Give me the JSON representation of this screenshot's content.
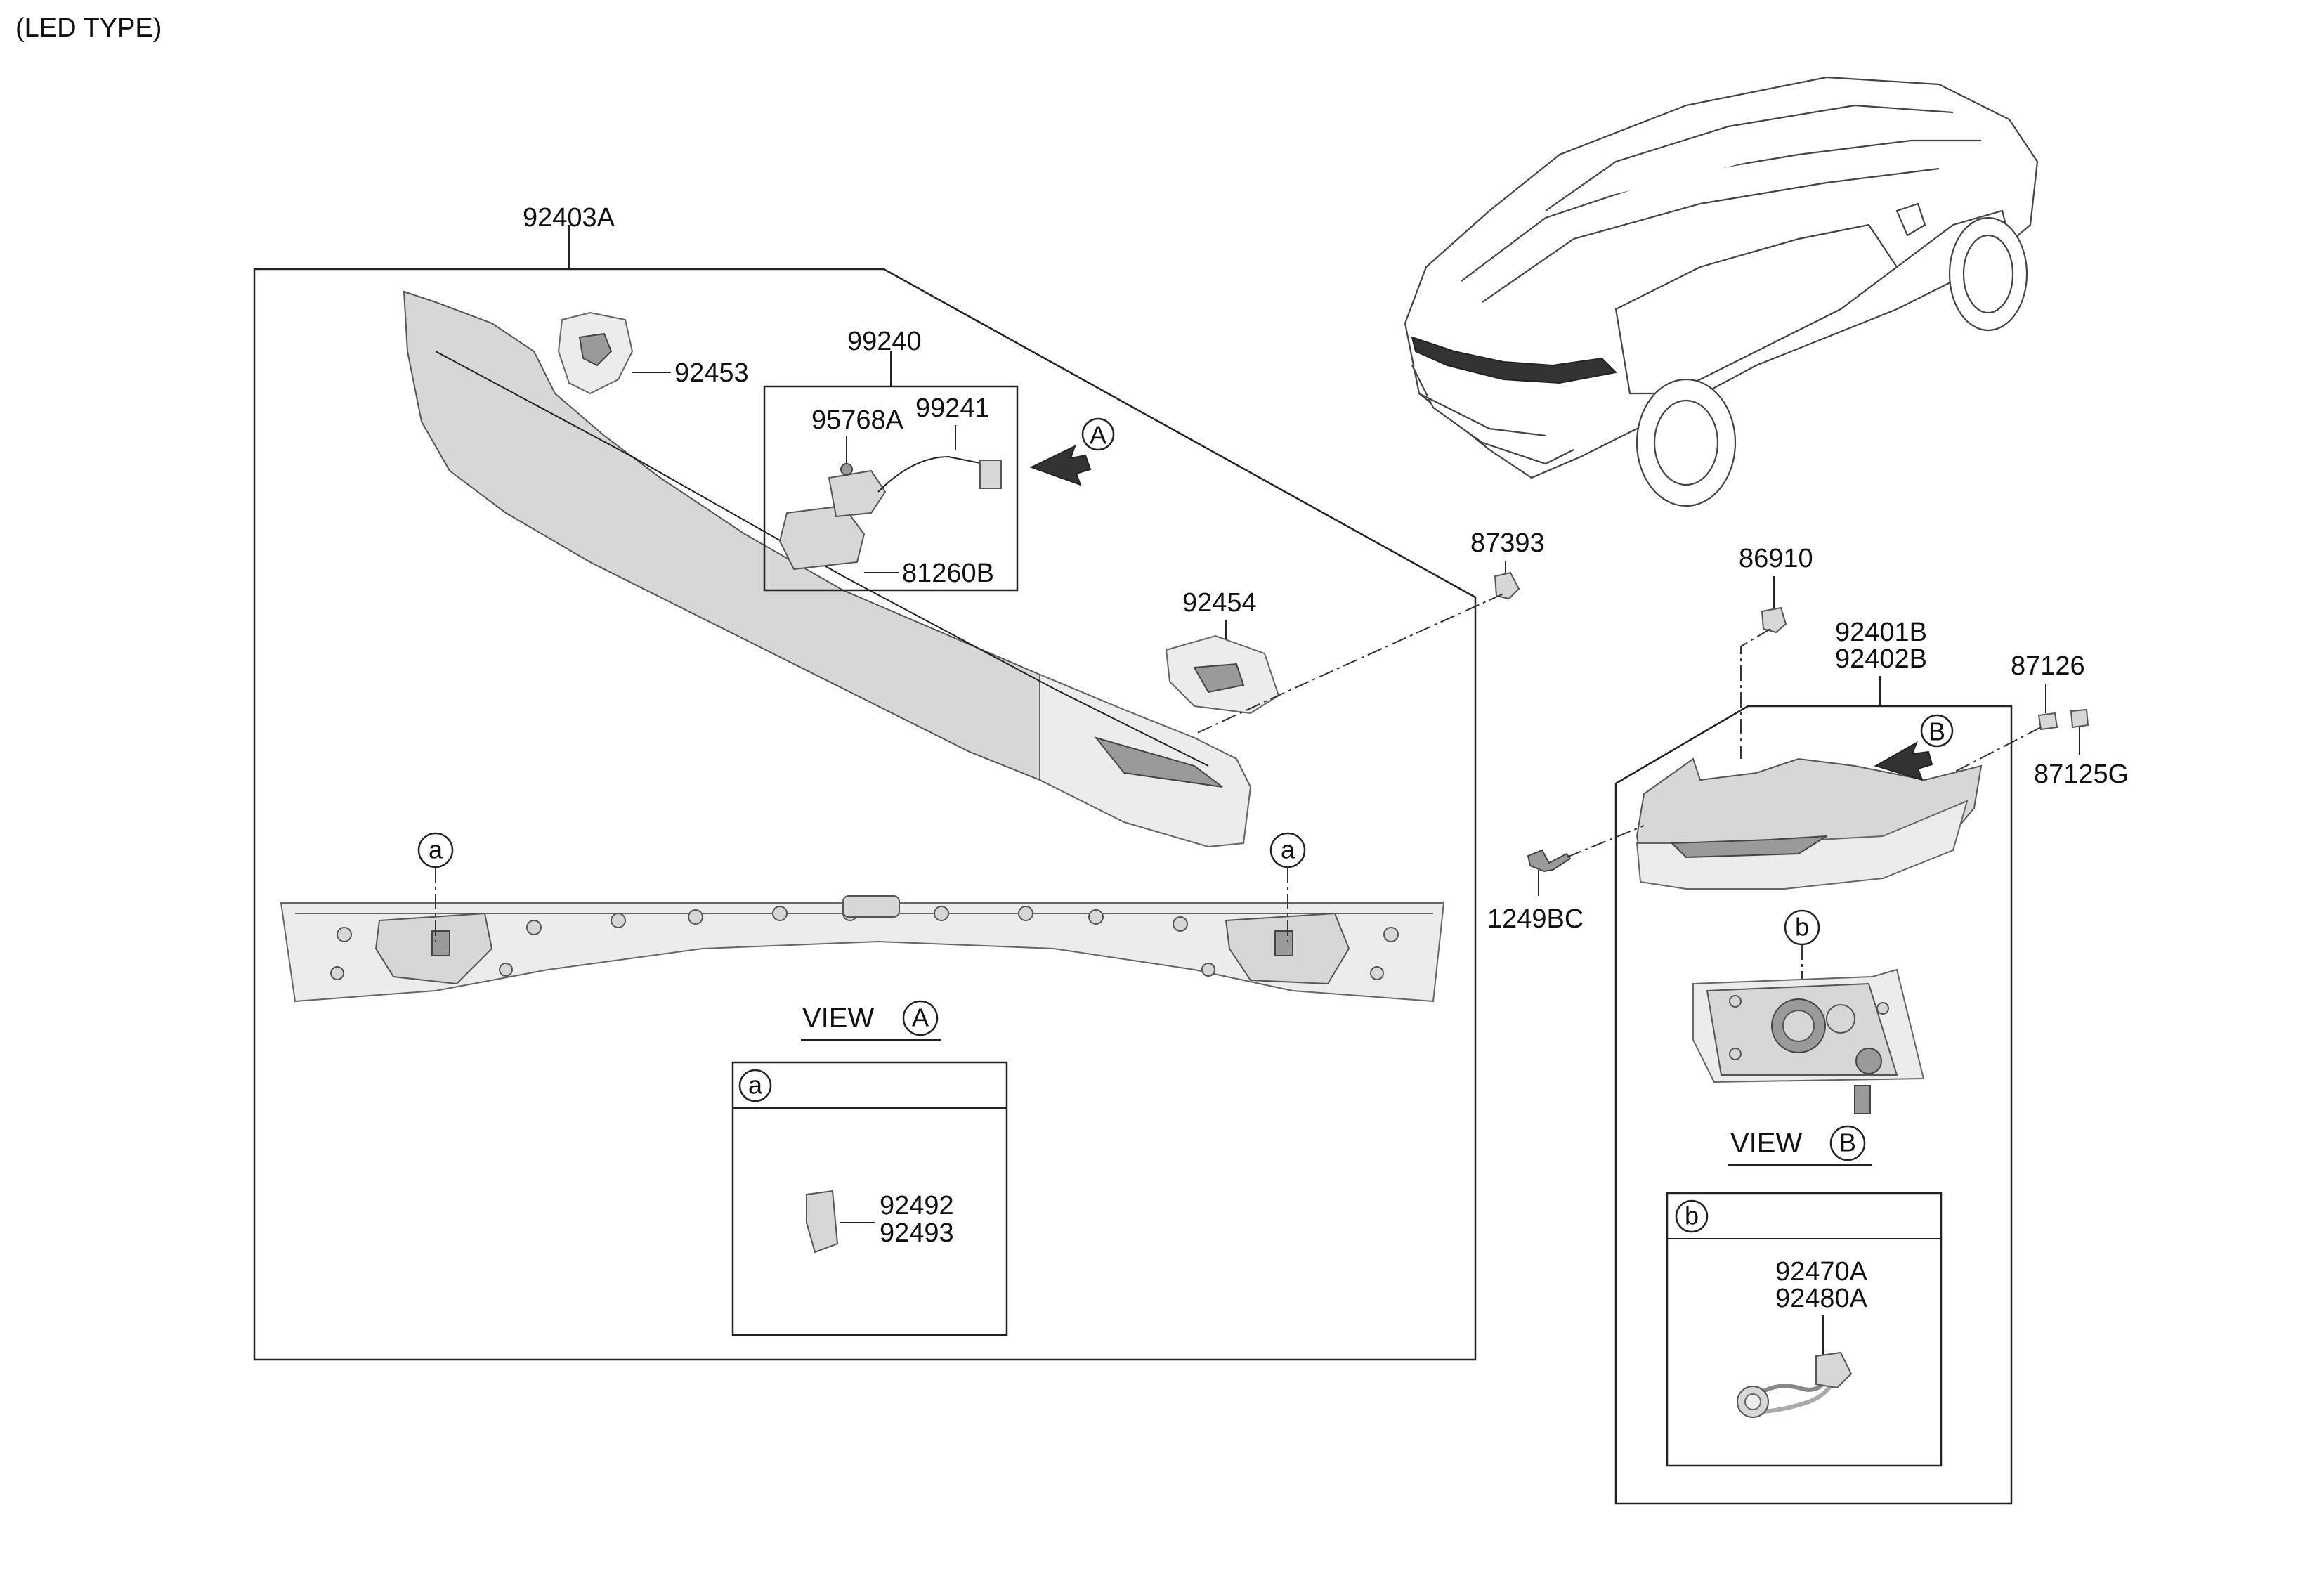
{
  "header": {
    "type_note": "(LED TYPE)"
  },
  "labels": {
    "p92403A": "92403A",
    "p92453": "92453",
    "p99240": "99240",
    "p95768A": "95768A",
    "p99241": "99241",
    "p81260B": "81260B",
    "p92454": "92454",
    "p87393": "87393",
    "p86910": "86910",
    "p92401B": "92401B",
    "p92402B": "92402B",
    "p87126": "87126",
    "p87125G": "87125G",
    "p1249BC": "1249BC",
    "p92492": "92492",
    "p92493": "92493",
    "p92470A": "92470A",
    "p92480A": "92480A"
  },
  "markers": {
    "view_a": "A",
    "view_b": "B",
    "detail_a": "a",
    "detail_b": "b"
  },
  "views": {
    "view_a_word": "VIEW",
    "view_b_word": "VIEW"
  },
  "icons": [
    "arrow-a-icon",
    "arrow-b-icon",
    "car-icon"
  ]
}
